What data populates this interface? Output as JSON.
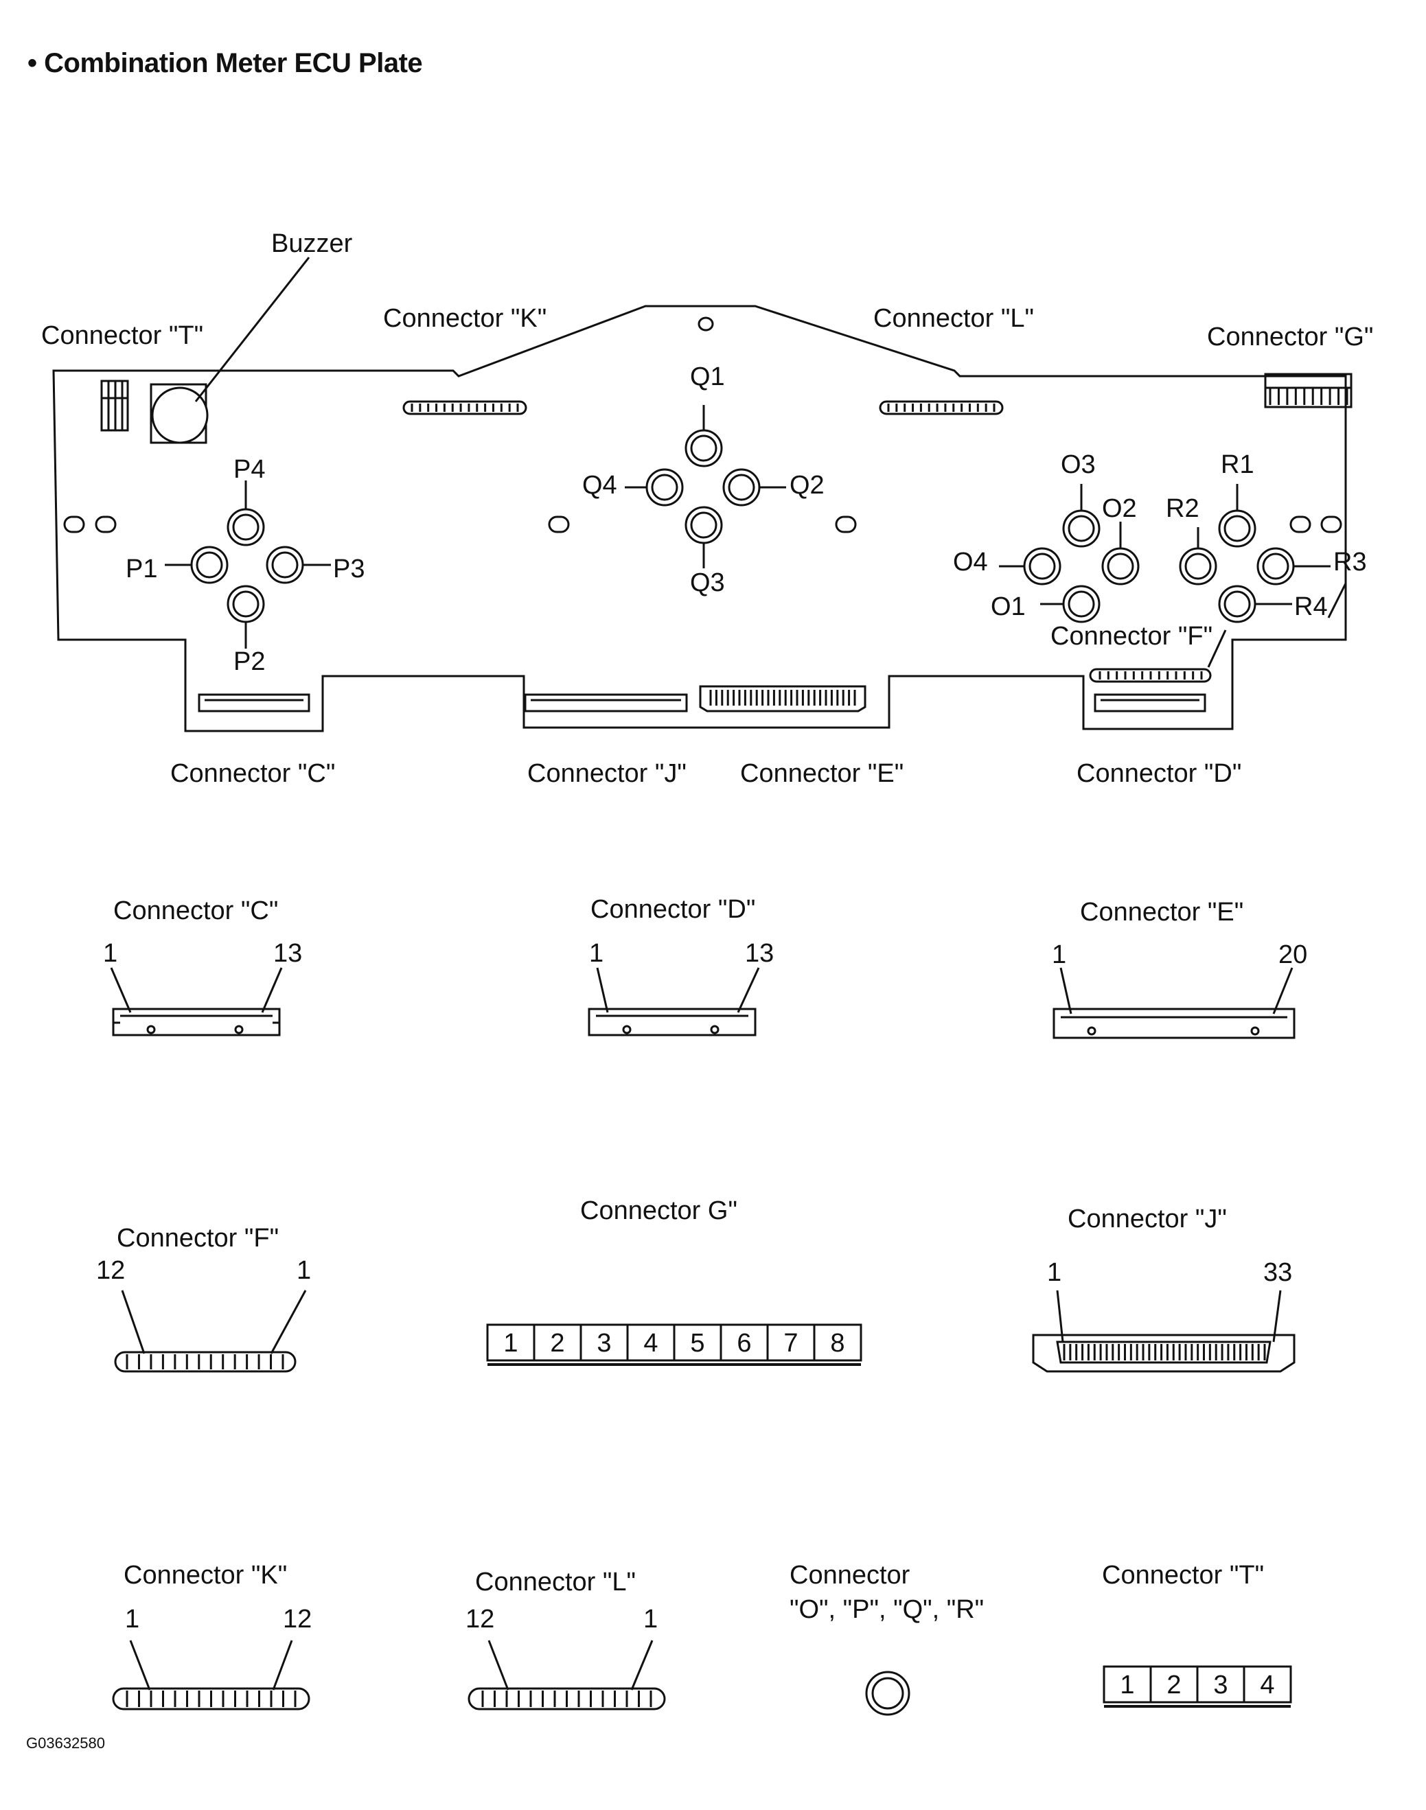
{
  "title": "Combination Meter ECU Plate",
  "title_bullet": "•",
  "figure_id": "G03632580",
  "plate": {
    "buzzer": "Buzzer",
    "conn_T": "Connector \"T\"",
    "conn_K": "Connector \"K\"",
    "conn_L": "Connector \"L\"",
    "conn_G": "Connector \"G\"",
    "conn_F": "Connector \"F\"",
    "conn_C": "Connector \"C\"",
    "conn_J": "Connector \"J\"",
    "conn_E": "Connector \"E\"",
    "conn_D": "Connector \"D\"",
    "terminals": {
      "Q1": "Q1",
      "Q2": "Q2",
      "Q3": "Q3",
      "Q4": "Q4",
      "P1": "P1",
      "P2": "P2",
      "P3": "P3",
      "P4": "P4",
      "O1": "O1",
      "O2": "O2",
      "O3": "O3",
      "O4": "O4",
      "R1": "R1",
      "R2": "R2",
      "R3": "R3",
      "R4": "R4"
    }
  },
  "details": {
    "C": {
      "label": "Connector \"C\"",
      "pin_left": "1",
      "pin_right": "13"
    },
    "D": {
      "label": "Connector \"D\"",
      "pin_left": "1",
      "pin_right": "13"
    },
    "E": {
      "label": "Connector \"E\"",
      "pin_left": "1",
      "pin_right": "20"
    },
    "F": {
      "label": "Connector \"F\"",
      "pin_left": "12",
      "pin_right": "1"
    },
    "G": {
      "label": "Connector G\"",
      "cells": [
        "1",
        "2",
        "3",
        "4",
        "5",
        "6",
        "7",
        "8"
      ]
    },
    "J": {
      "label": "Connector \"J\"",
      "pin_left": "1",
      "pin_right": "33"
    },
    "K": {
      "label": "Connector \"K\"",
      "pin_left": "1",
      "pin_right": "12"
    },
    "L": {
      "label": "Connector \"L\"",
      "pin_left": "12",
      "pin_right": "1"
    },
    "OPQR": {
      "label_line1": "Connector",
      "label_line2": "\"O\", \"P\", \"Q\", \"R\""
    },
    "T": {
      "label": "Connector \"T\"",
      "cells": [
        "1",
        "2",
        "3",
        "4"
      ]
    }
  }
}
